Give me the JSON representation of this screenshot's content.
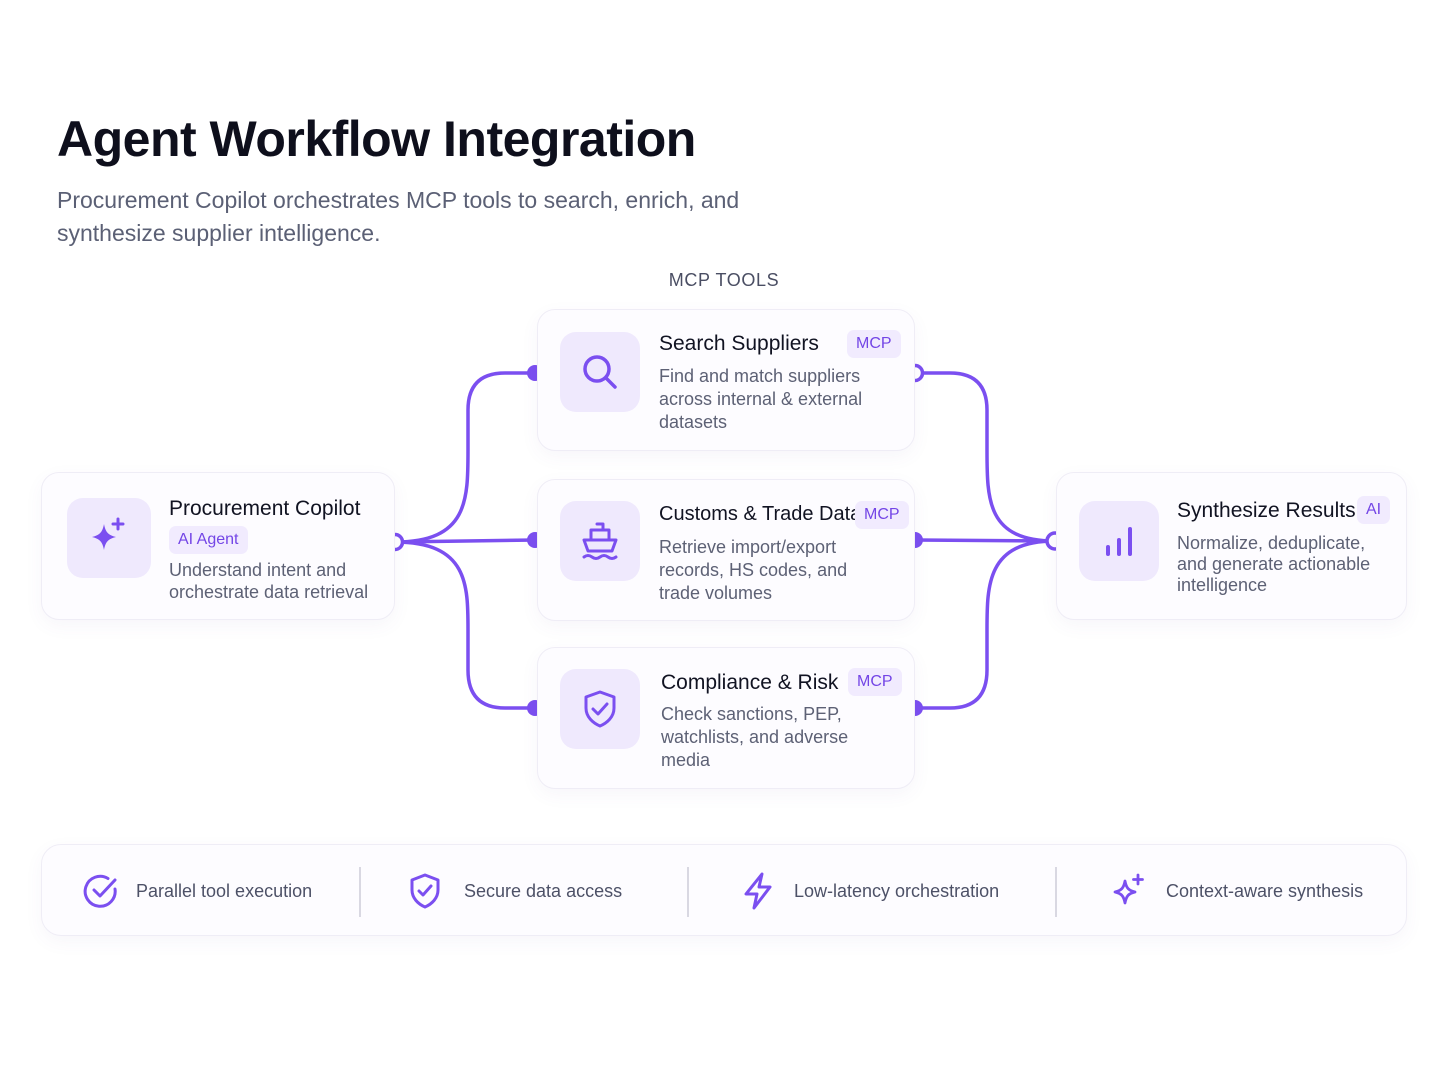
{
  "header": {
    "title": "Agent Workflow Integration",
    "subtitle": "Procurement Copilot orchestrates MCP tools to search, enrich, and synthesize supplier intelligence."
  },
  "section_label": "MCP TOOLS",
  "colors": {
    "accent": "#7b4ff0",
    "accent_light": "#efe9fd",
    "badge_text": "#7345e6"
  },
  "copilot": {
    "icon": "sparkles-icon",
    "title": "Procurement Copilot",
    "badge": "AI Agent",
    "description": "Understand intent and orchestrate data retrieval"
  },
  "tools": [
    {
      "icon": "search-icon",
      "title": "Search Suppliers",
      "badge": "MCP",
      "description": "Find and match suppliers across internal & external datasets"
    },
    {
      "icon": "ship-icon",
      "title": "Customs & Trade Data",
      "badge": "MCP",
      "description": "Retrieve import/export records, HS codes, and trade volumes"
    },
    {
      "icon": "shield-check-icon",
      "title": "Compliance & Risk",
      "badge": "MCP",
      "description": "Check sanctions, PEP, watchlists, and adverse media"
    }
  ],
  "results": {
    "icon": "bar-chart-icon",
    "title": "Synthesize Results",
    "badge": "AI",
    "description": "Normalize, deduplicate, and generate actionable intelligence"
  },
  "features": [
    {
      "icon": "check-circle-icon",
      "label": "Parallel tool execution"
    },
    {
      "icon": "shield-check-icon",
      "label": "Secure data access"
    },
    {
      "icon": "lightning-icon",
      "label": "Low-latency orchestration"
    },
    {
      "icon": "sparkles-icon",
      "label": "Context-aware synthesis"
    }
  ]
}
